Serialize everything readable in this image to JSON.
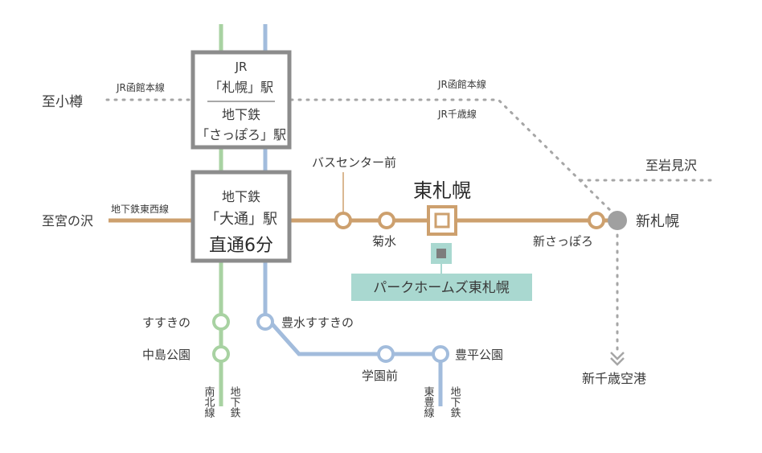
{
  "colors": {
    "namboku": "#a8d2a2",
    "toho": "#a2bcdc",
    "tozai": "#cda06e",
    "jr": "#a6a6a6",
    "box_border": "#8c8c8c",
    "highlight_station": "#cda06e",
    "property_fill": "#a9d8d0",
    "shinsapporo_node": "#a0a0a0"
  },
  "labels": {
    "otaru": "至小樽",
    "hakodate_left": "JR函館本線",
    "hakodate_right": "JR函館本線",
    "chitose": "JR千歳線",
    "iwamizawa": "至岩見沢",
    "miyanosawa": "至宮の沢",
    "tozai_line": "地下鉄東西線",
    "bus_center": "バスセンター前",
    "kikusui": "菊水",
    "higashi_sapporo": "東札幌",
    "shin_sapporo_tozai": "新さっぽろ",
    "shin_sapporo": "新札幌",
    "new_chitose_airport": "新千歳空港",
    "property": "パークホームズ東札幌",
    "susukino": "すすきの",
    "nakajima_koen": "中島公園",
    "hosui_susukino": "豊水すすきの",
    "gakuenmae": "学園前",
    "toyohira_koen": "豊平公園",
    "namboku_line_v": "南北線",
    "chikatetsu_v1": "地下鉄",
    "toho_line_v": "東豊線",
    "chikatetsu_v2": "地下鉄"
  },
  "box_sapporo": {
    "line1": "JR",
    "line2": "「札幌」駅",
    "line3": "地下鉄",
    "line4": "「さっぽろ」駅"
  },
  "box_odori": {
    "line1": "地下鉄",
    "line2": "「大通」駅",
    "line3": "直通6分"
  }
}
